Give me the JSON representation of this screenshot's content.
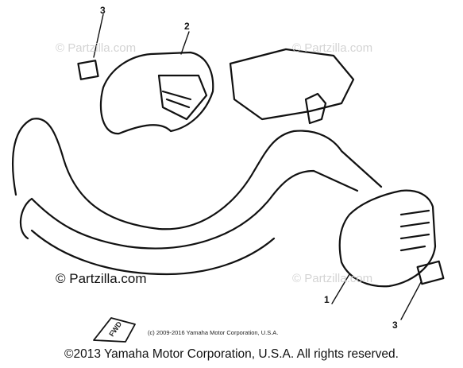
{
  "callouts": {
    "top_left": "3",
    "top_cover": "2",
    "bottom_cover": "1",
    "bottom_right": "3"
  },
  "watermarks": {
    "top_left": "© Partzilla.com",
    "top_right": "© Partzilla.com",
    "middle_left": "© Partzilla.com",
    "bottom_right": "© Partzilla.com"
  },
  "arrow_label": "FWD",
  "small_copyright": "(c) 2009-2016 Yamaha Motor Corporation, U.S.A.",
  "footer": "©2013 Yamaha Motor Corporation, U.S.A. All rights reserved."
}
